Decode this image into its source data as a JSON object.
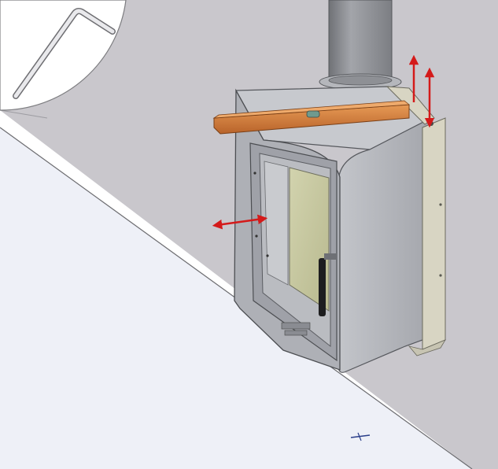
{
  "diagram": {
    "parts": {
      "tool": "allen-key",
      "appliance": "stove",
      "flue": "flue-pipe",
      "level": "spirit-level",
      "bracket": "wall-bracket"
    },
    "colors": {
      "wall": "#c9c7cc",
      "floor": "#eef0f7",
      "stove_body": "#b7b9bf",
      "stove_front": "#a9abb2",
      "glass": "#c8c9a2",
      "level": "#d9843e",
      "bracket": "#d8d5c3",
      "arrow": "#d41a1a",
      "flue": "#8d8f94"
    },
    "annotations": {
      "adjust_arrows": [
        "vertical-left",
        "vertical-right",
        "horizontal"
      ]
    }
  }
}
